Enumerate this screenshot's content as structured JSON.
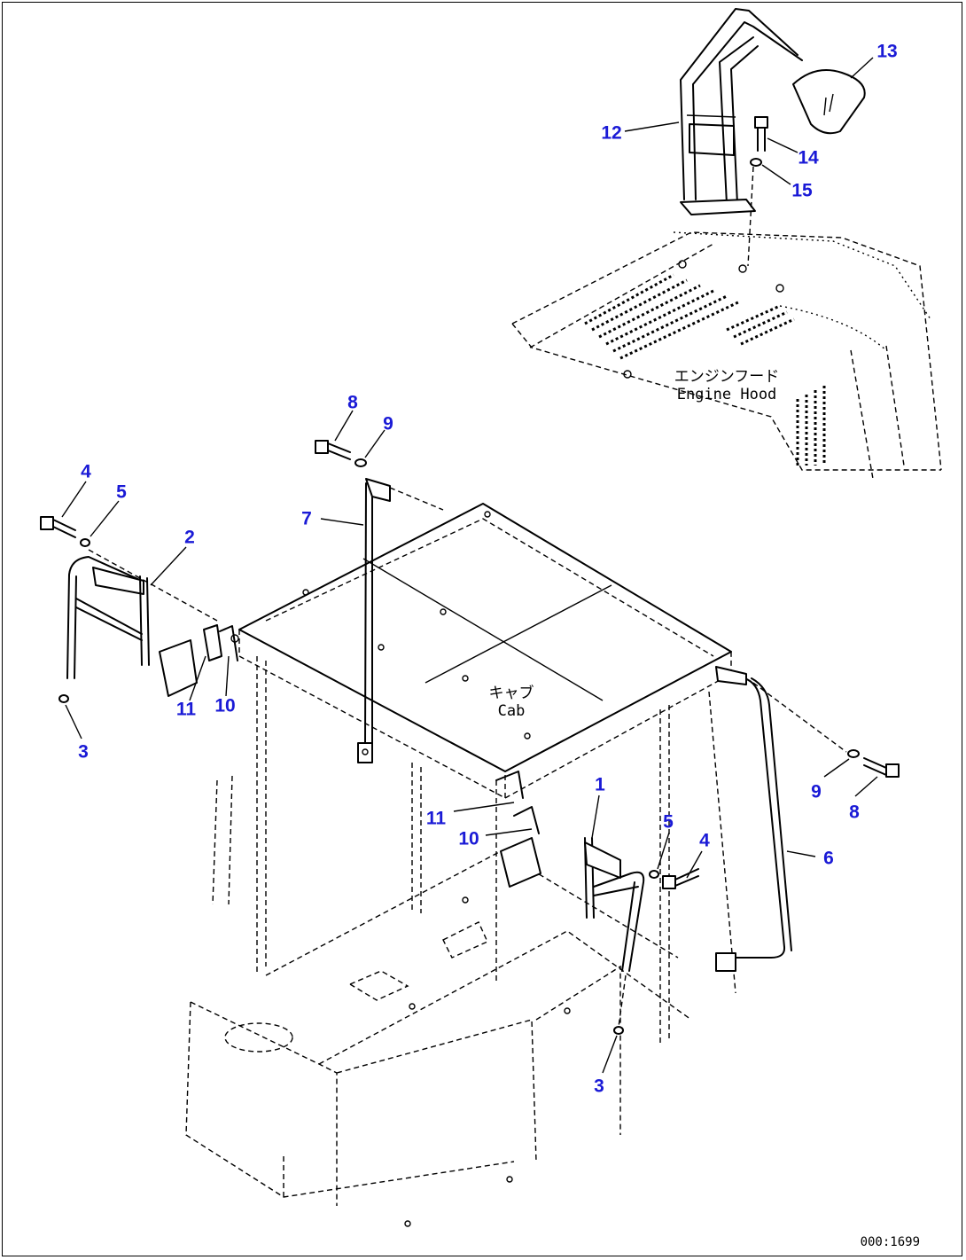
{
  "figure_code": "000:1699",
  "labels": {
    "engine_hood_jp": "エンジンフード",
    "engine_hood_en": "Engine Hood",
    "cab_jp": "キャブ",
    "cab_en": "Cab"
  },
  "callouts": [
    "13",
    "12",
    "14",
    "15",
    "8",
    "9",
    "4",
    "5",
    "2",
    "7",
    "11",
    "10",
    "3",
    "1",
    "11",
    "10",
    "5",
    "4",
    "9",
    "8",
    "6",
    "3"
  ],
  "colors": {
    "callout": "#1a1ad6",
    "line": "#000000",
    "background": "#ffffff"
  }
}
